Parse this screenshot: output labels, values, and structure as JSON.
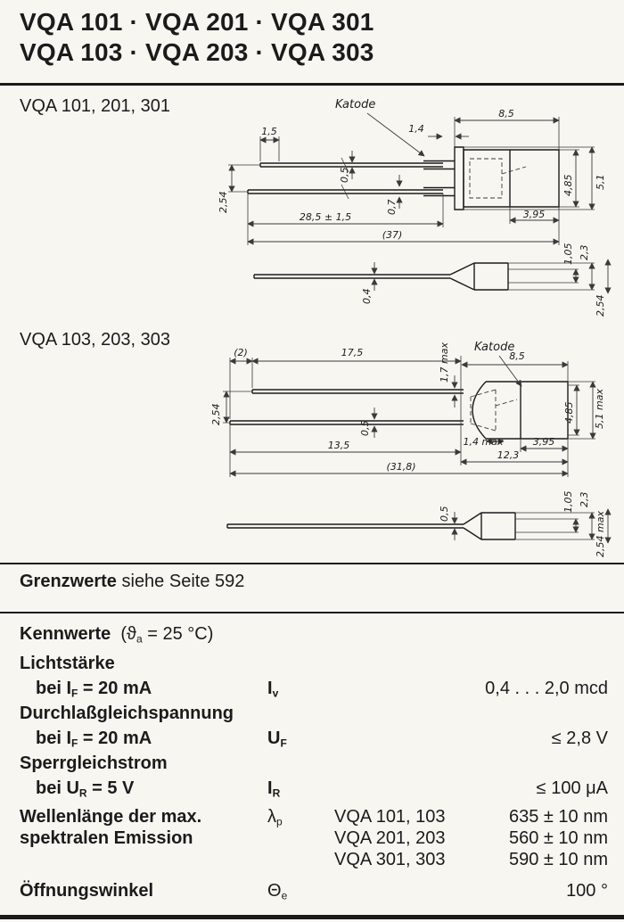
{
  "title": {
    "line1": "VQA 101 · VQA 201 · VQA 301",
    "line2": "VQA 103 · VQA 203 · VQA 303"
  },
  "sections": {
    "s1_label": "VQA 101, 201, 301",
    "s2_label": "VQA 103, 203, 303"
  },
  "drawing1": {
    "katode": "Katode",
    "d_1_5": "1,5",
    "d_1_4": "1,4",
    "d_8_5": "8,5",
    "d_0_5": "0,5",
    "d_0_7": "0,7",
    "d_2_54": "2,54",
    "d_28_5": "28,5 ± 1,5",
    "d_37": "(37)",
    "d_3_95": "3,95",
    "d_4_85": "4,85",
    "d_5_1": "5,1",
    "d_0_4": "0,4",
    "d_1_05": "1,05",
    "d_2_3": "2,3",
    "d_2_54b": "2,54"
  },
  "drawing2": {
    "katode": "Katode",
    "d_2": "(2)",
    "d_17_5": "17,5",
    "d_1_7max": "1,7 max",
    "d_8_5": "8,5",
    "d_2_54": "2,54",
    "d_0_5": "0,5",
    "d_13_5": "13,5",
    "d_1_4max": "1,4 max",
    "d_12_3": "12,3",
    "d_3_95": "3,95",
    "d_31_8": "(31,8)",
    "d_4_85": "4,85",
    "d_5_1max": "5,1 max",
    "d_0_5b": "0,5",
    "d_1_05": "1,05",
    "d_2_3": "2,3",
    "d_2_54max": "2,54 max"
  },
  "grenzwerte": {
    "bold": "Grenzwerte",
    "rest": " siehe Seite 592"
  },
  "kennwerte": {
    "heading": "Kennwerte",
    "cond_pre": "(ϑ",
    "cond_sub": "a",
    "cond_post": " = 25 °C)",
    "lichtstaerke_label": "Lichtstärke",
    "lichtstaerke_cond_pre": "bei I",
    "lichtstaerke_cond_sub": "F",
    "lichtstaerke_cond_post": " = 20 mA",
    "lichtstaerke_sym": "I",
    "lichtstaerke_sym_sub": "v",
    "lichtstaerke_value": "0,4 . . . 2,0 mcd",
    "durchlass_label": "Durchlaßgleichspannung",
    "durchlass_cond_pre": "bei I",
    "durchlass_cond_sub": "F",
    "durchlass_cond_post": " = 20 mA",
    "durchlass_sym": "U",
    "durchlass_sym_sub": "F",
    "durchlass_value": "≤ 2,8 V",
    "sperr_label": "Sperrgleichstrom",
    "sperr_cond_pre": "bei U",
    "sperr_cond_sub": "R",
    "sperr_cond_post": " = 5 V",
    "sperr_sym": "I",
    "sperr_sym_sub": "R",
    "sperr_value": "≤ 100 μA",
    "wellen_label1": "Wellenlänge der max.",
    "wellen_label2": "spektralen Emission",
    "wellen_sym": "λ",
    "wellen_sym_sub": "p",
    "wellen_type1": "VQA 101, 103",
    "wellen_value1": "635 ± 10 nm",
    "wellen_type2": "VQA 201, 203",
    "wellen_value2": "560 ± 10 nm",
    "wellen_type3": "VQA 301, 303",
    "wellen_value3": "590 ± 10 nm",
    "oeffnung_label": "Öffnungswinkel",
    "oeffnung_sym": "Θ",
    "oeffnung_sym_sub": "e",
    "oeffnung_value": "100 °"
  }
}
